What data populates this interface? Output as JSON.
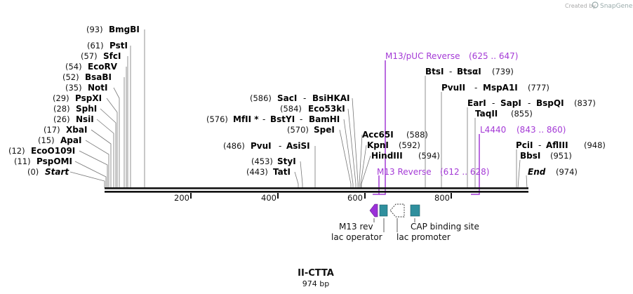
{
  "credit": {
    "prefix": "Created by",
    "product": "SnapGene"
  },
  "sequence": {
    "name": "II-CTTA",
    "length_label": "974 bp",
    "length": 974
  },
  "sites_left": [
    {
      "pos": "(93)",
      "name": "BmgBI",
      "bp": 93
    },
    {
      "pos": "(61)",
      "name": "PstI",
      "bp": 61
    },
    {
      "pos": "(57)",
      "name": "SfcI",
      "bp": 57
    },
    {
      "pos": "(54)",
      "name": "EcoRV",
      "bp": 54
    },
    {
      "pos": "(52)",
      "name": "BsaBI",
      "bp": 52
    },
    {
      "pos": "(35)",
      "name": "NotI",
      "bp": 35
    },
    {
      "pos": "(29)",
      "name": "PspXI",
      "bp": 29
    },
    {
      "pos": "(28)",
      "name": "SphI",
      "bp": 28
    },
    {
      "pos": "(26)",
      "name": "NsiI",
      "bp": 26
    },
    {
      "pos": "(17)",
      "name": "XbaI",
      "bp": 17
    },
    {
      "pos": "(15)",
      "name": "ApaI",
      "bp": 15
    },
    {
      "pos": "(12)",
      "name": "EcoO109I",
      "bp": 12
    },
    {
      "pos": "(11)",
      "name": "PspOMI",
      "bp": 11
    },
    {
      "pos": "(0)",
      "name": "Start",
      "bp": 0,
      "italic": true
    }
  ],
  "sites_mid": [
    {
      "pos": "(586)",
      "names": [
        "SacI",
        "BsiHKAI"
      ],
      "bp": 586
    },
    {
      "pos": "(584)",
      "names": [
        "Eco53kI"
      ],
      "bp": 584
    },
    {
      "pos": "(576)",
      "names": [
        "MfII *",
        "BstYI",
        "BamHI"
      ],
      "bp": 576
    },
    {
      "pos": "(570)",
      "names": [
        "SpeI"
      ],
      "bp": 570
    },
    {
      "pos": "(486)",
      "names": [
        "PvuI",
        "AsiSI"
      ],
      "bp": 486
    },
    {
      "pos": "(453)",
      "names": [
        "StyI"
      ],
      "bp": 453
    },
    {
      "pos": "(443)",
      "names": [
        "TatI"
      ],
      "bp": 443
    }
  ],
  "sites_right": [
    {
      "names": [
        "Acc65I"
      ],
      "pos": "(588)",
      "bp": 588
    },
    {
      "names": [
        "KpnI"
      ],
      "pos": "(592)",
      "bp": 592
    },
    {
      "names": [
        "HindIII"
      ],
      "pos": "(594)",
      "bp": 594
    },
    {
      "names": [
        "BtsI",
        "BtsαI"
      ],
      "pos": "(739)",
      "bp": 739
    },
    {
      "names": [
        "PvuII",
        "MspA1I"
      ],
      "pos": "(777)",
      "bp": 777
    },
    {
      "names": [
        "EarI",
        "SapI",
        "BspQI"
      ],
      "pos": "(837)",
      "bp": 837
    },
    {
      "names": [
        "TaqII"
      ],
      "pos": "(855)",
      "bp": 855
    },
    {
      "names": [
        "PciI",
        "AflIII"
      ],
      "pos": "(948)",
      "bp": 948
    },
    {
      "names": [
        "BbsI"
      ],
      "pos": "(951)",
      "bp": 951
    },
    {
      "names": [
        "End"
      ],
      "pos": "(974)",
      "bp": 974,
      "italic": true
    }
  ],
  "primers": [
    {
      "name": "M13/pUC Reverse",
      "range": "(625 .. 647)",
      "start": 625,
      "end": 647
    },
    {
      "name": "M13 Reverse",
      "range": "(612 .. 628)",
      "start": 612,
      "end": 628
    },
    {
      "name": "L4440",
      "range": "(843 .. 860)",
      "start": 843,
      "end": 860
    }
  ],
  "ruler": {
    "ticks": [
      "200",
      "400",
      "600",
      "800"
    ]
  },
  "features": [
    {
      "name": "M13 rev",
      "color": "#9b30d9"
    },
    {
      "name": "lac operator",
      "color": "#2f8f9d"
    },
    {
      "name": "lac promoter",
      "color": "#ffffff"
    },
    {
      "name": "CAP binding site",
      "color": "#2f8f9d"
    }
  ],
  "colors": {
    "primer": "#a43ad6",
    "feature_teal": "#2f8f9d",
    "feature_purple": "#9b30d9"
  }
}
